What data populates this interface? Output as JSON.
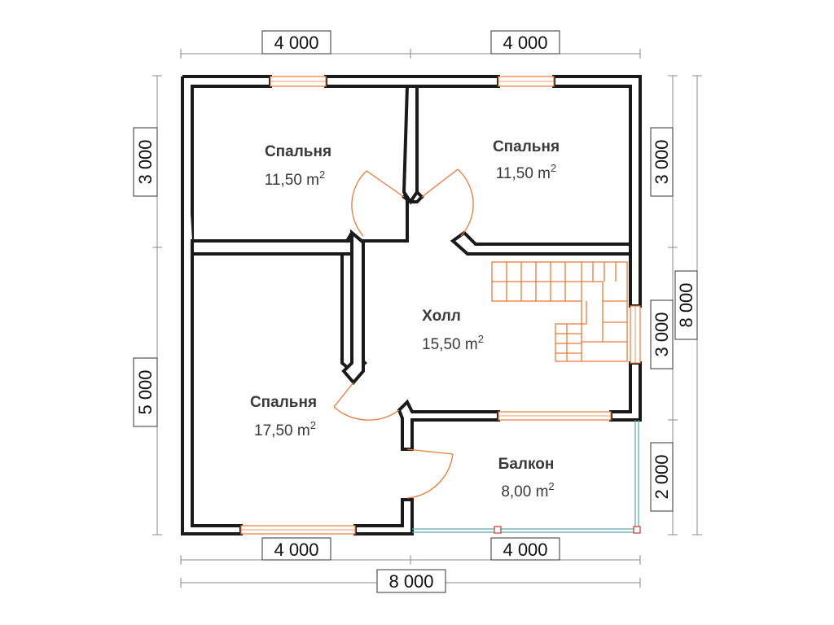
{
  "dimensions": {
    "top_left": "4 000",
    "top_right": "4 000",
    "bottom_left": "4 000",
    "bottom_right": "4 000",
    "bottom_total": "8 000",
    "left_top": "3 000",
    "left_bottom": "5 000",
    "right_top": "3 000",
    "right_middle": "3 000",
    "right_bottom": "2 000",
    "right_total": "8 000"
  },
  "rooms": {
    "bedroom_top_left": {
      "name": "Спальня",
      "area": "11,50 m",
      "unit_sup": "2"
    },
    "bedroom_top_right": {
      "name": "Спальня",
      "area": "11,50 m",
      "unit_sup": "2"
    },
    "hall": {
      "name": "Холл",
      "area": "15,50 m",
      "unit_sup": "2"
    },
    "bedroom_bottom_left": {
      "name": "Спальня",
      "area": "17,50 m",
      "unit_sup": "2"
    },
    "balcony": {
      "name": "Балкон",
      "area": "8,00 m",
      "unit_sup": "2"
    }
  },
  "colors": {
    "wall": "#1a1a1a",
    "door_window_stair": "#e87a3a",
    "railing": "#5aa7a7",
    "dimension_line": "#8a8a8a"
  }
}
